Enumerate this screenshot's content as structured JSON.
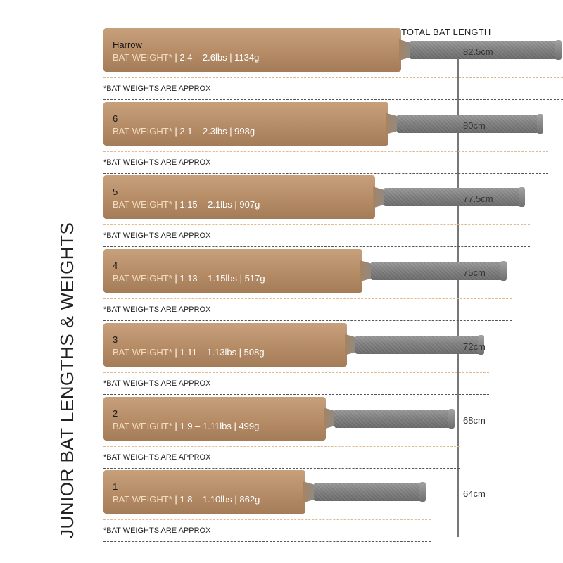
{
  "side_title": "JUNIOR BAT LENGTHS & WEIGHTS",
  "total_length_label": "TOTAL BAT LENGTH",
  "weight_label": "BAT WEIGHT*",
  "approx_note": "*BAT WEIGHTS ARE APPROX",
  "bats": [
    {
      "name": "Harrow",
      "weight": "| 2.4 – 2.6lbs | 1134g",
      "length": "82.5cm",
      "length_cm": 82.5
    },
    {
      "name": "6",
      "weight": "| 2.1 – 2.3lbs | 998g",
      "length": "80cm",
      "length_cm": 80
    },
    {
      "name": "5",
      "weight": "| 1.15 – 2.1lbs | 907g",
      "length": "77.5cm",
      "length_cm": 77.5
    },
    {
      "name": "4",
      "weight": "| 1.13 – 1.15lbs | 517g",
      "length": "75cm",
      "length_cm": 75
    },
    {
      "name": "3",
      "weight": "| 1.11 – 1.13lbs | 508g",
      "length": "72cm",
      "length_cm": 72
    },
    {
      "name": "2",
      "weight": "| 1.9 – 1.11lbs | 499g",
      "length": "68cm",
      "length_cm": 68
    },
    {
      "name": "1",
      "weight": "| 1.8 – 1.10lbs | 862g",
      "length": "64cm",
      "length_cm": 64
    }
  ],
  "colors": {
    "blade": "#b58c66",
    "handle": "#7f7f7f",
    "weight_label": "#f3dcc0",
    "dash_light": "#e2b98f",
    "dash_dark": "#555555"
  }
}
